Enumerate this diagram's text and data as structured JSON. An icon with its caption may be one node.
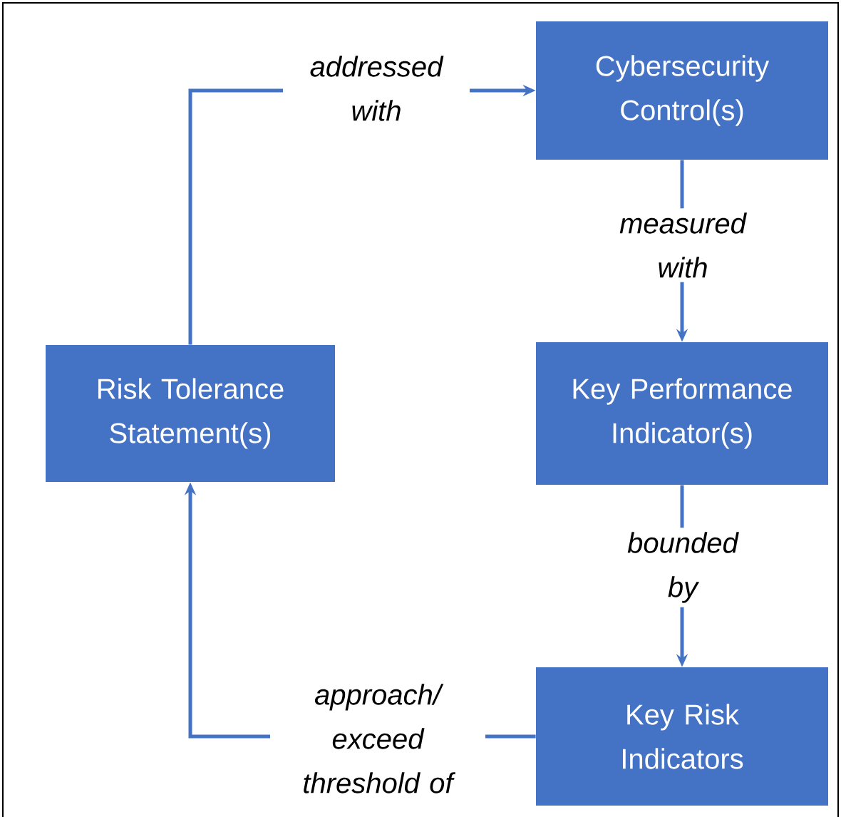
{
  "diagram": {
    "nodes": [
      {
        "text": [
          "Cybersecurity Control(s)"
        ]
      },
      {
        "text": [
          "Key Performance Indicator(s)"
        ]
      },
      {
        "text": [
          "Key Risk Indicators"
        ]
      },
      {
        "text": [
          "Risk Tolerance Statement(s)"
        ]
      }
    ],
    "edges": [
      {
        "from": 3,
        "to": 0,
        "arrow": "to",
        "label": "addressed with"
      },
      {
        "from": 0,
        "to": 1,
        "arrow": "to",
        "label": "measured with"
      },
      {
        "from": 1,
        "to": 2,
        "arrow": "to",
        "label": "bounded by"
      },
      {
        "from": 2,
        "to": 3,
        "arrow": "to",
        "label": "approach/ exceed threshold of"
      }
    ]
  }
}
